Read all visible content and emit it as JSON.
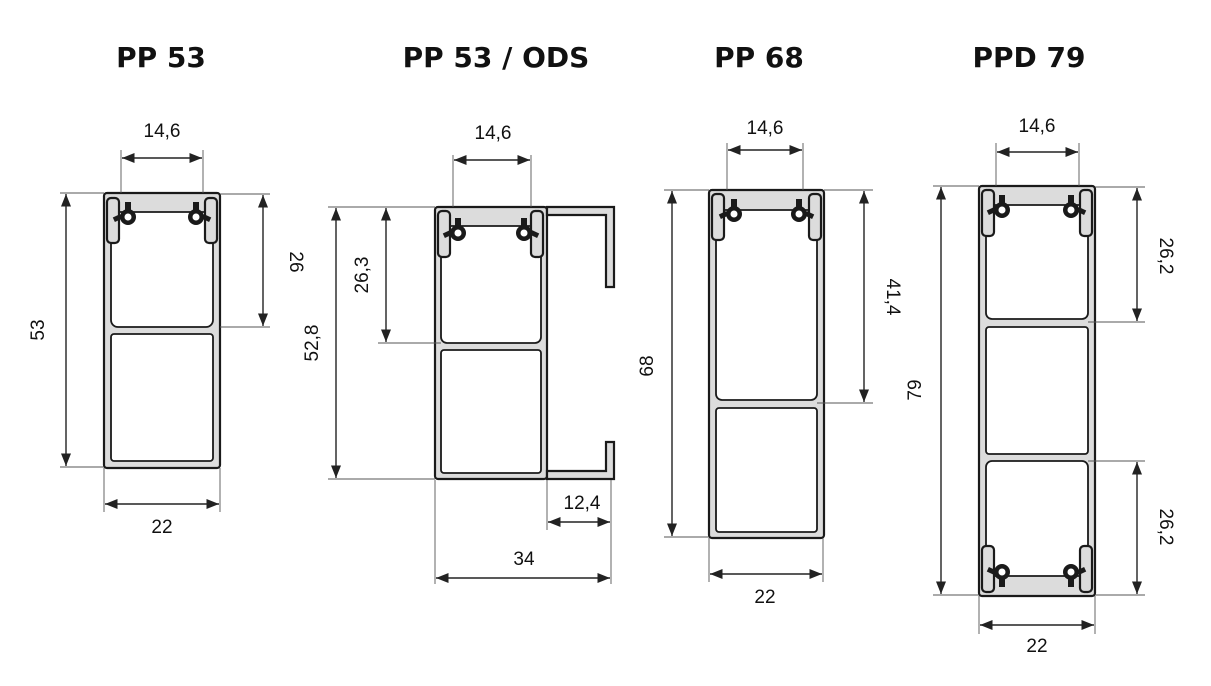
{
  "profiles": [
    {
      "title": "PP 53",
      "dims": {
        "top_width": "14,6",
        "height": "53",
        "upper": "26",
        "bottom_width": "22"
      }
    },
    {
      "title": "PP 53 / ODS",
      "dims": {
        "top_width": "14,6",
        "upper": "26,3",
        "height": "52,8",
        "channel": "12,4",
        "bottom_width": "34"
      }
    },
    {
      "title": "PP 68",
      "dims": {
        "top_width": "14,6",
        "height": "68",
        "upper": "41,4",
        "bottom_width": "22"
      }
    },
    {
      "title": "PPD 79",
      "dims": {
        "top_width": "14,6",
        "height": "79",
        "upper": "26,2",
        "lower": "26,2",
        "bottom_width": "22"
      }
    }
  ]
}
